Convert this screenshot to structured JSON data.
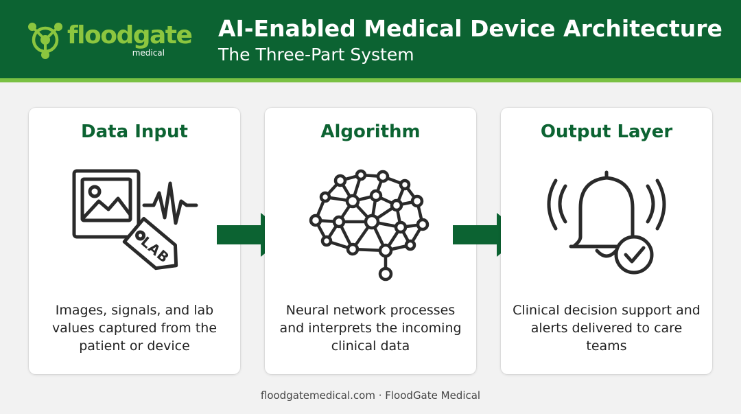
{
  "header": {
    "logo": {
      "word": "floodgate",
      "sub": "medical",
      "icon": "network-node-icon"
    },
    "title": "AI-Enabled Medical Device Architecture",
    "subtitle": "The Three-Part System"
  },
  "colors": {
    "brand_green": "#0c6332",
    "accent_green": "#7ac143",
    "logo_green": "#8cc63f",
    "icon_dark": "#2a2a2a"
  },
  "cards": [
    {
      "title": "Data Input",
      "icon": "image-signal-lab-tag-icon",
      "tag_text": "LAB",
      "description": "Images, signals, and lab values captured from the patient or device"
    },
    {
      "title": "Algorithm",
      "icon": "brain-network-icon",
      "description": "Neural network processes and interprets the incoming clinical data"
    },
    {
      "title": "Output Layer",
      "icon": "alert-bell-check-icon",
      "description": "Clinical decision support and alerts delivered to care teams"
    }
  ],
  "connectors": [
    {
      "icon": "arrow-right-icon"
    },
    {
      "icon": "arrow-right-icon"
    }
  ],
  "footer": {
    "text": "floodgatemedical.com · FloodGate Medical"
  }
}
